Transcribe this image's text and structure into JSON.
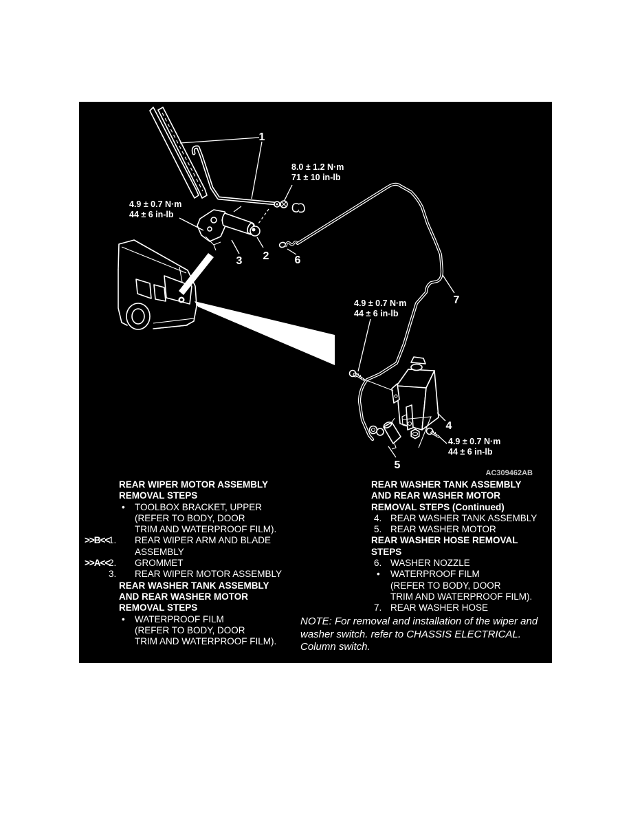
{
  "figure": {
    "watermark": "AC309462AB",
    "callouts": {
      "c1": "1",
      "c2": "2",
      "c3": "3",
      "c4": "4",
      "c5": "5",
      "c6": "6",
      "c7": "7"
    },
    "torque": {
      "arm_nut": {
        "metric": "8.0 ± 1.2 N·m",
        "imperial": "71 ± 10 in-lb"
      },
      "motor_bolts": {
        "metric": "4.9 ± 0.7 N·m",
        "imperial": "44 ± 6 in-lb"
      },
      "tank_bolt_upper": {
        "metric": "4.9 ± 0.7 N·m",
        "imperial": "44 ± 6 in-lb"
      },
      "tank_bolt_lower": {
        "metric": "4.9 ± 0.7 N·m",
        "imperial": "44 ± 6 in-lb"
      }
    }
  },
  "text": {
    "left": {
      "lines": [
        {
          "style": "heading",
          "text": "REAR WIPER MOTOR ASSEMBLY"
        },
        {
          "style": "heading",
          "text": "REMOVAL STEPS"
        },
        {
          "style": "bullet",
          "bullet": "•",
          "text": "TOOLBOX BRACKET, UPPER"
        },
        {
          "style": "cont",
          "text": "(REFER TO BODY, DOOR"
        },
        {
          "style": "cont",
          "text": "TRIM AND WATERPROOF FILM)."
        },
        {
          "style": "item",
          "marker": ">>B<<",
          "num": "1.",
          "text": "REAR WIPER ARM AND BLADE"
        },
        {
          "style": "cont",
          "text": "ASSEMBLY"
        },
        {
          "style": "item",
          "marker": ">>A<<",
          "num": "2.",
          "text": "GROMMET"
        },
        {
          "style": "item",
          "num": "3.",
          "text": "REAR WIPER MOTOR ASSEMBLY"
        },
        {
          "style": "heading",
          "text": "REAR WASHER TANK ASSEMBLY"
        },
        {
          "style": "heading",
          "text": "AND REAR WASHER MOTOR"
        },
        {
          "style": "heading",
          "text": "REMOVAL STEPS"
        },
        {
          "style": "bullet",
          "bullet": "•",
          "text": "WATERPROOF FILM"
        },
        {
          "style": "cont",
          "text": "(REFER TO BODY, DOOR"
        },
        {
          "style": "cont",
          "text": "TRIM AND WATERPROOF FILM)."
        }
      ]
    },
    "right": {
      "lines": [
        {
          "style": "heading",
          "text": "REAR WASHER TANK ASSEMBLY"
        },
        {
          "style": "heading",
          "text": "AND REAR WASHER MOTOR"
        },
        {
          "style": "heading",
          "text": "REMOVAL STEPS (Continued)"
        },
        {
          "style": "item",
          "num": "4.",
          "text": "REAR WASHER TANK ASSEMBLY"
        },
        {
          "style": "item",
          "num": "5.",
          "text": "REAR WASHER MOTOR"
        },
        {
          "style": "heading",
          "text": "REAR WASHER HOSE REMOVAL"
        },
        {
          "style": "heading",
          "text": "STEPS"
        },
        {
          "style": "item",
          "num": "6.",
          "text": "WASHER NOZZLE"
        },
        {
          "style": "bullet",
          "bullet": "•",
          "text": "WATERPROOF FILM"
        },
        {
          "style": "cont",
          "text": "(REFER TO BODY, DOOR"
        },
        {
          "style": "cont",
          "text": "TRIM AND WATERPROOF FILM)."
        },
        {
          "style": "item",
          "num": "7.",
          "text": "REAR WASHER HOSE"
        }
      ]
    },
    "note": {
      "line1": "NOTE: For removal and installation of the wiper and",
      "line2": "washer switch. refer to CHASSIS ELECTRICAL.",
      "line3": "Column switch."
    }
  },
  "colors": {
    "page_bg": "#ffffff",
    "panel_bg": "#000000",
    "ink": "#ffffff"
  }
}
